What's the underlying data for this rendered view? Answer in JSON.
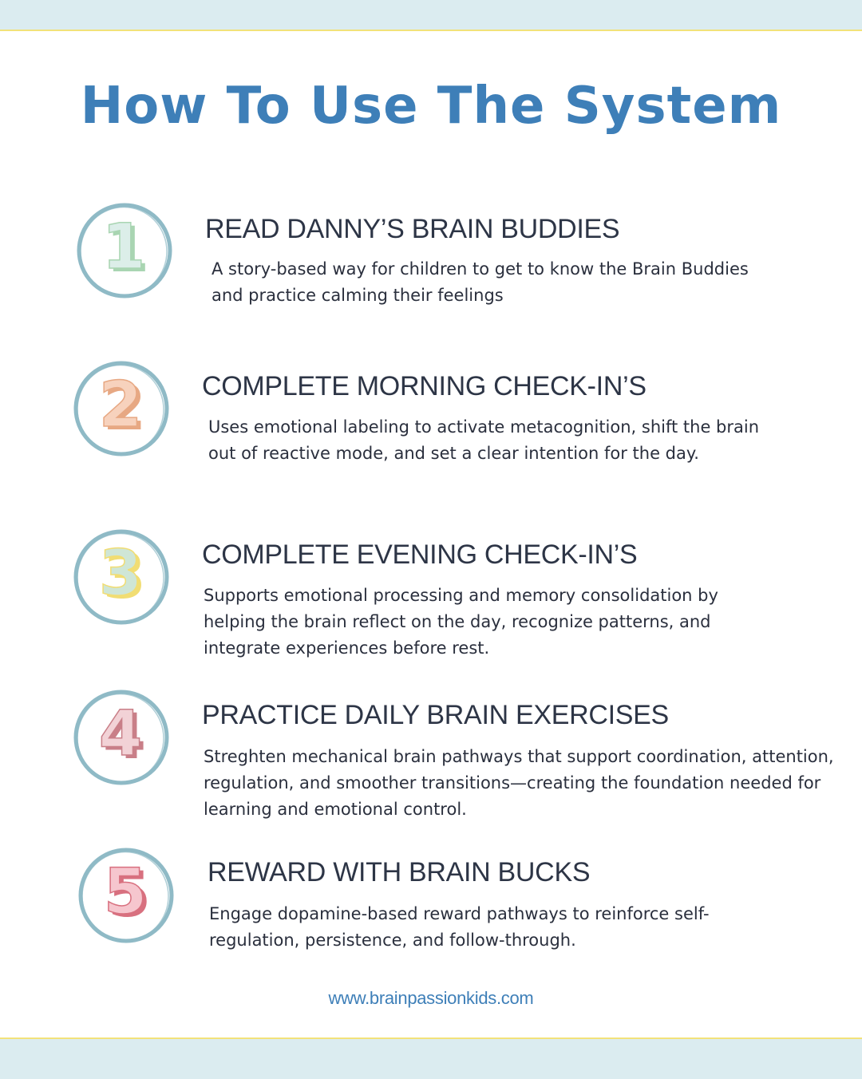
{
  "title": "How To Use The System",
  "steps": [
    {
      "number": "1",
      "title": "READ DANNY’S BRAIN BUDDIES",
      "desc": "A story-based way for children to get to know the Brain Buddies and practice calming their feelings",
      "color": "#dceee9",
      "edge": "#a9d5b2"
    },
    {
      "number": "2",
      "title": "COMPLETE MORNING CHECK-IN’S",
      "desc": "Uses emotional labeling to activate metacognition, shift the brain out of reactive mode, and set a clear intention for the day.",
      "color": "#f7d2bd",
      "edge": "#e7a883"
    },
    {
      "number": "3",
      "title": "COMPLETE EVENING CHECK-IN’S",
      "desc": "Supports emotional processing and memory consolidation by helping the brain reflect on the day, recognize patterns, and integrate experiences before rest.",
      "color": "#cfe6d6",
      "edge": "#f1dd73"
    },
    {
      "number": "4",
      "title": "PRACTICE DAILY BRAIN EXERCISES",
      "desc": "Streghten mechanical brain pathways that support coordination, attention, regulation, and smoother transitions—creating the foundation needed for learning and emotional control.",
      "color": "#f2d2d6",
      "edge": "#c97f88"
    },
    {
      "number": "5",
      "title": "REWARD WITH BRAIN BUCKS",
      "desc": "Engage dopamine-based reward pathways to reinforce self-regulation, persistence, and follow-through.",
      "color": "#f6c6ce",
      "edge": "#d8707f"
    }
  ],
  "website": "www.brainpassionkids.com",
  "colors": {
    "accent": "#3e7fb8",
    "ring": "#8fbac6",
    "band": "#dbecf0",
    "band_edge": "#f2e27a"
  }
}
